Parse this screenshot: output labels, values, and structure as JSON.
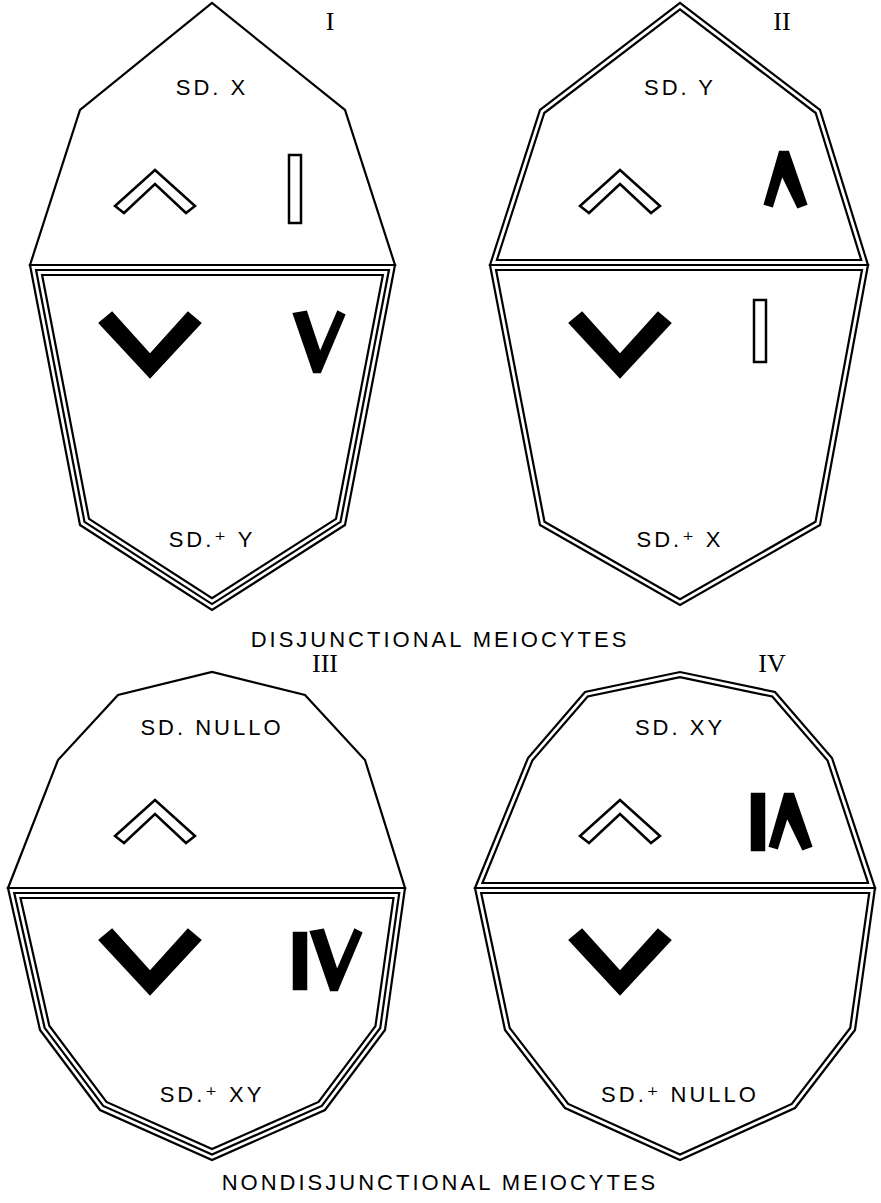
{
  "diagram": {
    "nodes": [
      {
        "text": [
          "I"
        ]
      },
      {
        "text": [
          "SD. X"
        ],
        "in": 0
      },
      {
        "text": [
          "SD.⁺ Y"
        ],
        "in": 0
      },
      {
        "text": [
          "II"
        ]
      },
      {
        "text": [
          "SD. Y"
        ],
        "in": 3
      },
      {
        "text": [
          "SD.⁺ X"
        ],
        "in": 3
      },
      {
        "text": [
          "III"
        ]
      },
      {
        "text": [
          "SD. NULLO"
        ],
        "in": 6
      },
      {
        "text": [
          "SD.⁺ XY"
        ],
        "in": 6
      },
      {
        "text": [
          "IV"
        ]
      },
      {
        "text": [
          "SD. XY"
        ],
        "in": 9
      },
      {
        "text": [
          "SD.⁺ NULLO"
        ],
        "in": 9
      }
    ],
    "labels": [
      "DISJUNCTIONAL MEIOCYTES",
      "NONDISJUNCTIONAL MEIOCYTES"
    ]
  }
}
